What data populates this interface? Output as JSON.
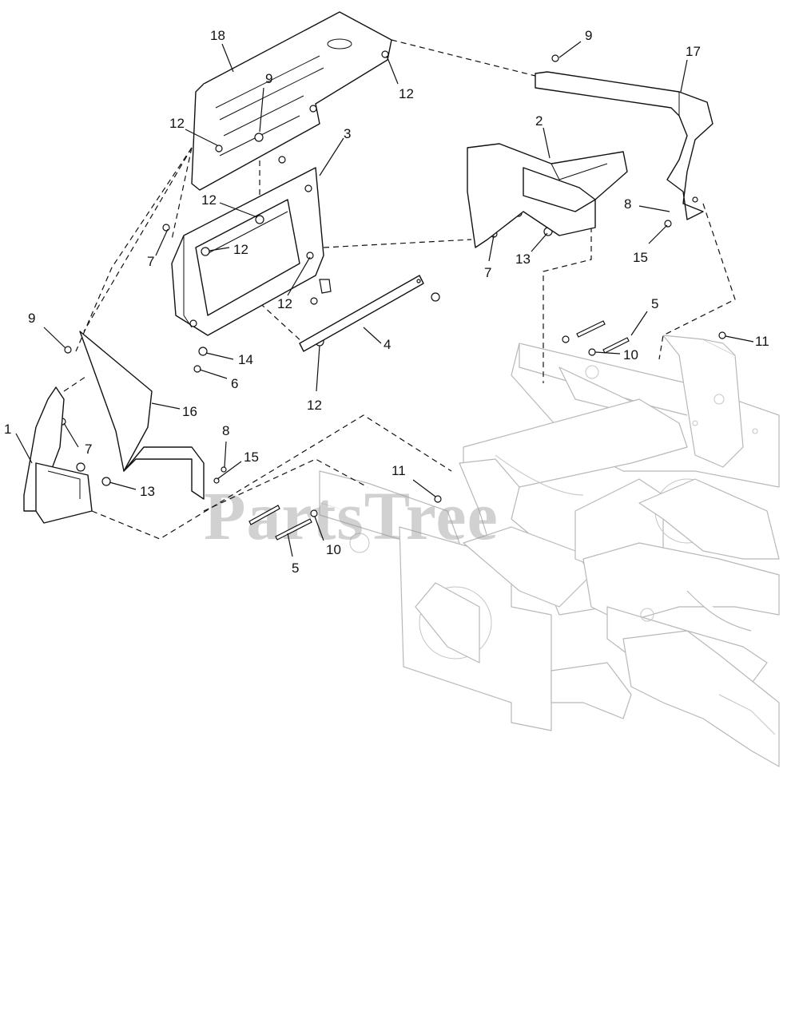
{
  "watermark": "PartsTree",
  "callouts": [
    {
      "id": "c18",
      "label": "18"
    },
    {
      "id": "c9a",
      "label": "9"
    },
    {
      "id": "c9b",
      "label": "9"
    },
    {
      "id": "c9c",
      "label": "9"
    },
    {
      "id": "c17",
      "label": "17"
    },
    {
      "id": "c12a",
      "label": "12"
    },
    {
      "id": "c12b",
      "label": "12"
    },
    {
      "id": "c12c",
      "label": "12"
    },
    {
      "id": "c12d",
      "label": "12"
    },
    {
      "id": "c12e",
      "label": "12"
    },
    {
      "id": "c12f",
      "label": "12"
    },
    {
      "id": "c3",
      "label": "3"
    },
    {
      "id": "c2",
      "label": "2"
    },
    {
      "id": "c8a",
      "label": "8"
    },
    {
      "id": "c8b",
      "label": "8"
    },
    {
      "id": "c15a",
      "label": "15"
    },
    {
      "id": "c15b",
      "label": "15"
    },
    {
      "id": "c7a",
      "label": "7"
    },
    {
      "id": "c7b",
      "label": "7"
    },
    {
      "id": "c7c",
      "label": "7"
    },
    {
      "id": "c13a",
      "label": "13"
    },
    {
      "id": "c13b",
      "label": "13"
    },
    {
      "id": "c5a",
      "label": "5"
    },
    {
      "id": "c5b",
      "label": "5"
    },
    {
      "id": "c10a",
      "label": "10"
    },
    {
      "id": "c10b",
      "label": "10"
    },
    {
      "id": "c11a",
      "label": "11"
    },
    {
      "id": "c11b",
      "label": "11"
    },
    {
      "id": "c4",
      "label": "4"
    },
    {
      "id": "c14",
      "label": "14"
    },
    {
      "id": "c6",
      "label": "6"
    },
    {
      "id": "c16",
      "label": "16"
    },
    {
      "id": "c1",
      "label": "1"
    }
  ]
}
